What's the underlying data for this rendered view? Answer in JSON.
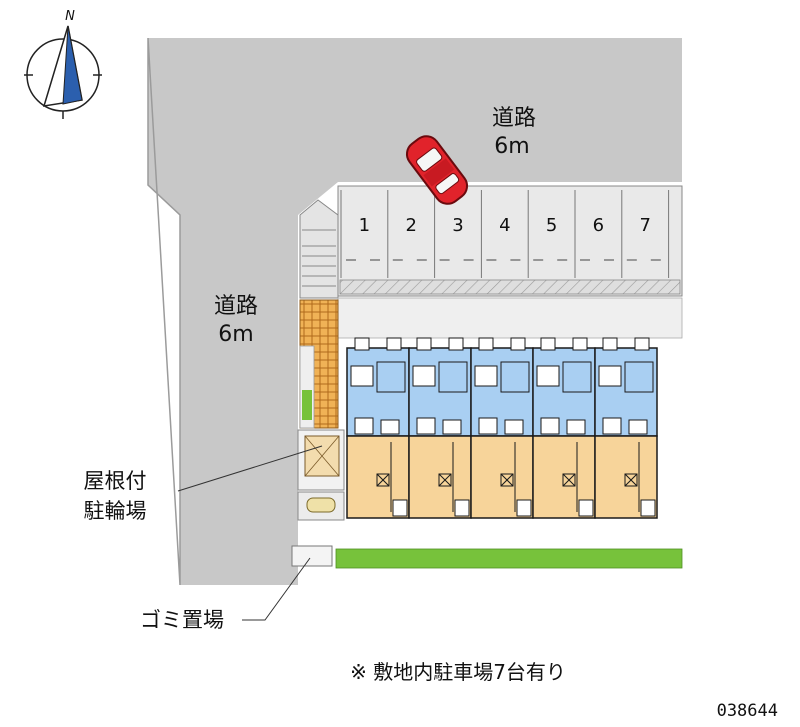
{
  "compass": {
    "north_letter": "N"
  },
  "road_top": {
    "name": "道路",
    "width": "6m"
  },
  "road_left": {
    "name": "道路",
    "width": "6m"
  },
  "parking": {
    "stalls": [
      "1",
      "2",
      "3",
      "4",
      "5",
      "6",
      "7"
    ],
    "car_in_stall": "3"
  },
  "callouts": {
    "bicycle_parking": {
      "line1": "屋根付",
      "line2": "駐輪場"
    },
    "garbage_area": "ゴミ置場"
  },
  "building": {
    "units": 5
  },
  "note": "※ 敷地内駐車場7台有り",
  "property_code": "038644",
  "colors": {
    "road": "#c8c8c8",
    "parking_lot": "#e6e6e6",
    "unit_top": "#a9cff2",
    "unit_bottom": "#f7d49a",
    "brick_path": "#e9a64a",
    "grass": "#77c23b",
    "car": "#e1232b",
    "hatch_band": "#d4d4d4"
  }
}
